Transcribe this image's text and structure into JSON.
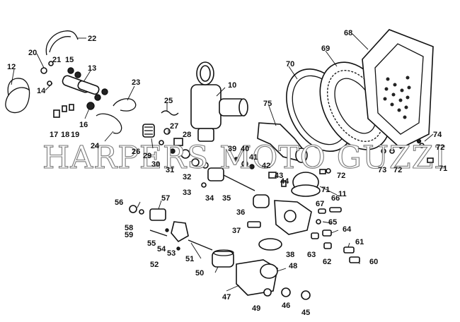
{
  "watermark": "HARPERS MOTO GUZZI",
  "part_numbers": [
    "10",
    "11",
    "12",
    "13",
    "14",
    "15",
    "16",
    "17",
    "18",
    "19",
    "20",
    "21",
    "22",
    "23",
    "24",
    "25",
    "26",
    "27",
    "28",
    "29",
    "30",
    "31",
    "32",
    "33",
    "34",
    "35",
    "36",
    "37",
    "38",
    "39",
    "40",
    "41",
    "42",
    "43",
    "44",
    "45",
    "46",
    "47",
    "48",
    "49",
    "50",
    "51",
    "52",
    "53",
    "54",
    "55",
    "56",
    "57",
    "58",
    "59",
    "60",
    "61",
    "62",
    "63",
    "64",
    "65",
    "66",
    "67",
    "68",
    "69",
    "70",
    "71",
    "72",
    "73",
    "74",
    "75"
  ],
  "callouts": [
    {
      "id": "22",
      "text": "22"
    },
    {
      "id": "20",
      "text": "20"
    },
    {
      "id": "21",
      "text": "21"
    },
    {
      "id": "15",
      "text": "15"
    },
    {
      "id": "12",
      "text": "12"
    },
    {
      "id": "13",
      "text": "13"
    },
    {
      "id": "14",
      "text": "14"
    },
    {
      "id": "16",
      "text": "16"
    },
    {
      "id": "17",
      "text": "17"
    },
    {
      "id": "18",
      "text": "18"
    },
    {
      "id": "19",
      "text": "19"
    },
    {
      "id": "23",
      "text": "23"
    },
    {
      "id": "24",
      "text": "24"
    },
    {
      "id": "25",
      "text": "25"
    },
    {
      "id": "26",
      "text": "26"
    },
    {
      "id": "27",
      "text": "27"
    },
    {
      "id": "28",
      "text": "28"
    },
    {
      "id": "29",
      "text": "29"
    },
    {
      "id": "30",
      "text": "30"
    },
    {
      "id": "31",
      "text": "31"
    },
    {
      "id": "32",
      "text": "32"
    },
    {
      "id": "33",
      "text": "33"
    },
    {
      "id": "34",
      "text": "34"
    },
    {
      "id": "35",
      "text": "35"
    },
    {
      "id": "10",
      "text": "10"
    },
    {
      "id": "39",
      "text": "39"
    },
    {
      "id": "40",
      "text": "40"
    },
    {
      "id": "41",
      "text": "41"
    },
    {
      "id": "42",
      "text": "42"
    },
    {
      "id": "43",
      "text": "43"
    },
    {
      "id": "44",
      "text": "44"
    },
    {
      "id": "75",
      "text": "75"
    },
    {
      "id": "70",
      "text": "70"
    },
    {
      "id": "69",
      "text": "69"
    },
    {
      "id": "68",
      "text": "68"
    },
    {
      "id": "74",
      "text": "74"
    },
    {
      "id": "72a",
      "text": "72"
    },
    {
      "id": "71a",
      "text": "71"
    },
    {
      "id": "73",
      "text": "73"
    },
    {
      "id": "72b",
      "text": "72"
    },
    {
      "id": "72c",
      "text": "72"
    },
    {
      "id": "71b",
      "text": "71"
    },
    {
      "id": "11",
      "text": "11"
    },
    {
      "id": "56",
      "text": "56"
    },
    {
      "id": "57",
      "text": "57"
    },
    {
      "id": "58",
      "text": "58"
    },
    {
      "id": "59",
      "text": "59"
    },
    {
      "id": "55",
      "text": "55"
    },
    {
      "id": "54",
      "text": "54"
    },
    {
      "id": "53",
      "text": "53"
    },
    {
      "id": "52",
      "text": "52"
    },
    {
      "id": "51",
      "text": "51"
    },
    {
      "id": "36",
      "text": "36"
    },
    {
      "id": "37",
      "text": "37"
    },
    {
      "id": "38",
      "text": "38"
    },
    {
      "id": "67",
      "text": "67"
    },
    {
      "id": "66",
      "text": "66"
    },
    {
      "id": "65",
      "text": "65"
    },
    {
      "id": "64",
      "text": "64"
    },
    {
      "id": "63",
      "text": "63"
    },
    {
      "id": "62",
      "text": "62"
    },
    {
      "id": "61",
      "text": "61"
    },
    {
      "id": "60",
      "text": "60"
    },
    {
      "id": "48",
      "text": "48"
    },
    {
      "id": "50",
      "text": "50"
    },
    {
      "id": "47",
      "text": "47"
    },
    {
      "id": "49",
      "text": "49"
    },
    {
      "id": "46",
      "text": "46"
    },
    {
      "id": "45",
      "text": "45"
    }
  ]
}
